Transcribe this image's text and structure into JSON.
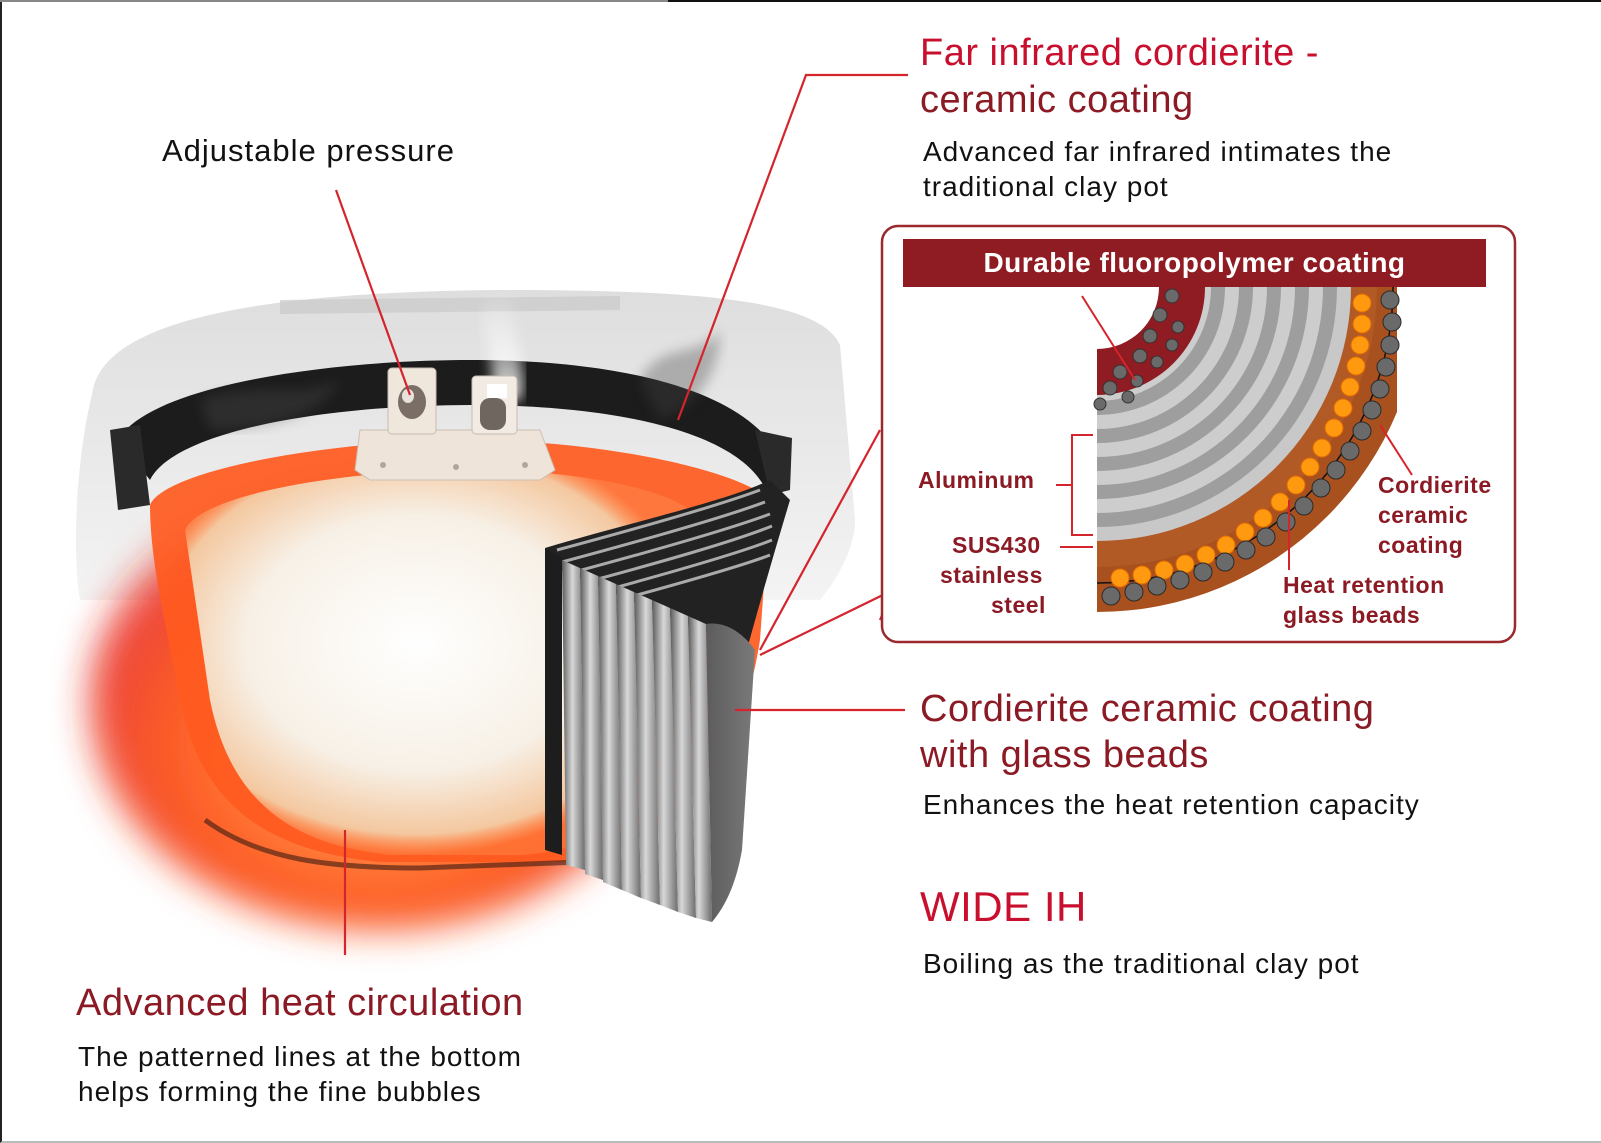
{
  "figure": {
    "subject": "Rice cooker inner pot cross-section",
    "colors": {
      "accent_red": "#c8102e",
      "maroon": "#8b1a24",
      "banner_bg": "#8e1c22",
      "copper_layer": "#a8511e",
      "aluminum_light": "#c8c8c8",
      "aluminum_dark": "#9a9a9a",
      "orange_bead": "#ff9a10",
      "gray_bead": "#6a6a6a"
    }
  },
  "callouts": {
    "adjustable_pressure": {
      "title": "Adjustable pressure"
    },
    "far_infrared": {
      "title_line1": "Far infrared cordierite -",
      "title_line2": "ceramic coating",
      "desc_line1": "Advanced far infrared intimates the",
      "desc_line2": "traditional clay pot"
    },
    "cordierite_glass_beads": {
      "title_line1": "Cordierite ceramic coating",
      "title_line2": "with glass beads",
      "desc": "Enhances the heat retention capacity"
    },
    "wide_ih": {
      "title": "WIDE IH",
      "desc": "Boiling as the traditional clay pot"
    },
    "heat_circulation": {
      "title": "Advanced heat circulation",
      "desc_line1": "The patterned lines at the bottom",
      "desc_line2": "helps forming the fine bubbles"
    }
  },
  "inset": {
    "banner": "Durable fluoropolymer coating",
    "labels": {
      "aluminum": "Aluminum",
      "sus_line1": "SUS430",
      "sus_line2": "stainless",
      "sus_line3": "steel",
      "cordierite_line1": "Cordierite",
      "cordierite_line2": "ceramic",
      "cordierite_line3": "coating",
      "heat_line1": "Heat retention",
      "heat_line2": "glass beads"
    }
  }
}
